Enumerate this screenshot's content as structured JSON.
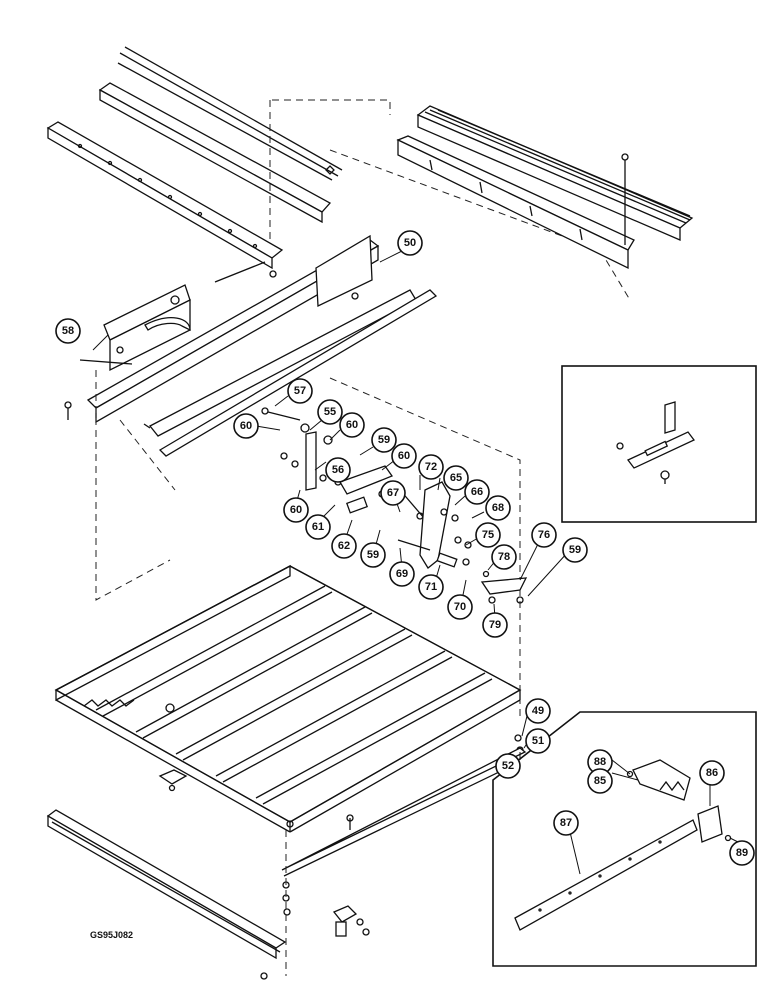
{
  "figure_code": "GS95J082",
  "callouts": [
    {
      "n": "50"
    },
    {
      "n": "58"
    },
    {
      "n": "57"
    },
    {
      "n": "60"
    },
    {
      "n": "55"
    },
    {
      "n": "60"
    },
    {
      "n": "59"
    },
    {
      "n": "60"
    },
    {
      "n": "56"
    },
    {
      "n": "60"
    },
    {
      "n": "72"
    },
    {
      "n": "65"
    },
    {
      "n": "67"
    },
    {
      "n": "66"
    },
    {
      "n": "68"
    },
    {
      "n": "61"
    },
    {
      "n": "62"
    },
    {
      "n": "59"
    },
    {
      "n": "69"
    },
    {
      "n": "71"
    },
    {
      "n": "75"
    },
    {
      "n": "78"
    },
    {
      "n": "76"
    },
    {
      "n": "59"
    },
    {
      "n": "70"
    },
    {
      "n": "79"
    },
    {
      "n": "49"
    },
    {
      "n": "51"
    },
    {
      "n": "52"
    },
    {
      "n": "88"
    },
    {
      "n": "86"
    },
    {
      "n": "85"
    },
    {
      "n": "87"
    },
    {
      "n": "89"
    }
  ]
}
